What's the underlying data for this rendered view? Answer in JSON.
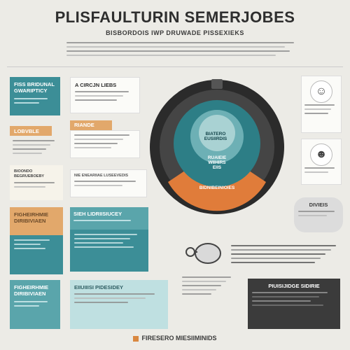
{
  "header": {
    "title": "PLISFAULTURIN SEMERJOBES",
    "subtitle": "BISBORDOIS IWP DRUWADE PISSEXIEKS"
  },
  "left": {
    "box1": "FISS BRIDUNAL\nGWARIPTICY",
    "box2": "LOBVBLE",
    "box3": "BIOONDO\nBEGRUEBOEBY",
    "box4": "FIGHEIRHMIE\nDIRIBIVIAEN"
  },
  "mid": {
    "card1": "A CIRCJN LIEBS",
    "card2": "RIANDE",
    "card3": "NIE ENEARIIAE LUSEEVEDIS",
    "card4": "SIEH LIDRIISIUCEY",
    "card5": "EIIUIIISI PIDESIDEY"
  },
  "center": {
    "ring1": "BIATERO\nEUSIIRDIS",
    "ring2": "RUAIEIE\nWIIHIRS\nEIIS",
    "ring3": "BIDNIBEINIOIES"
  },
  "right": {
    "card1": "DIVIEIS",
    "card2": "PIUISIJIDGE SIDIRIE"
  },
  "footer": {
    "title": "FIRESERO MIESIIMINIDS"
  },
  "colors": {
    "teal": "#3c8e97",
    "orange": "#e2a86b",
    "dark": "#3b3b3b",
    "background": "#ecebe6"
  }
}
